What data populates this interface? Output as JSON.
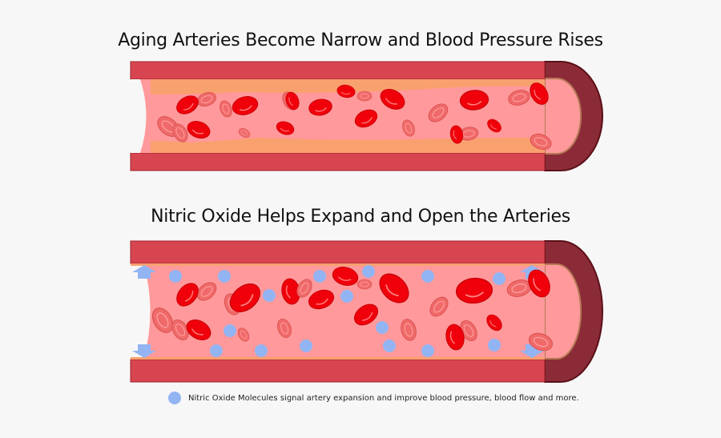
{
  "diagram_1": {
    "title": "Aging Arteries Become Narrow and Blood Pressure Rises",
    "state": "narrowed artery with plaque buildup"
  },
  "diagram_2": {
    "title": "Nitric Oxide Helps Expand and Open the Arteries",
    "state": "expanded artery with nitric oxide molecules"
  },
  "legend": {
    "icon": "nitric-oxide-molecule-dot",
    "text": "Nitric Oxide Molecules signal artery expansion and improve blood pressure, blood flow and more."
  },
  "colors": {
    "background": "#f7f7f7",
    "artery_wall": "#d64550",
    "artery_wall_dark": "#8c2b38",
    "lumen": "#ff999b",
    "plaque": "#f9a06f",
    "rbc_bright": "#f0000a",
    "rbc_faded": "#f06a6a",
    "nitric_oxide": "#93b4f3"
  }
}
